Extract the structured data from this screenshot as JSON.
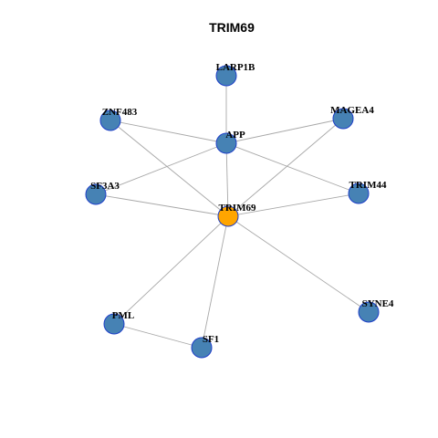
{
  "title": "TRIM69",
  "colors": {
    "focus_node": "#FFA500",
    "neighbor_node": "#4682B4",
    "node_border": "#1E3FC8",
    "edge": "#A8A8A8",
    "label": "#000000"
  },
  "nodes": [
    {
      "id": "LARP1B",
      "label": "LARP1B",
      "role": "neighbor"
    },
    {
      "id": "ZNF483",
      "label": "ZNF483",
      "role": "neighbor"
    },
    {
      "id": "MAGEA4",
      "label": "MAGEA4",
      "role": "neighbor"
    },
    {
      "id": "APP",
      "label": "APP",
      "role": "neighbor"
    },
    {
      "id": "SF3A3",
      "label": "SF3A3",
      "role": "neighbor"
    },
    {
      "id": "TRIM44",
      "label": "TRIM44",
      "role": "neighbor"
    },
    {
      "id": "TRIM69",
      "label": "TRIM69",
      "role": "focus"
    },
    {
      "id": "SYNE4",
      "label": "SYNE4",
      "role": "neighbor"
    },
    {
      "id": "PML",
      "label": "PML",
      "role": "neighbor"
    },
    {
      "id": "SF1",
      "label": "SF1",
      "role": "neighbor"
    }
  ],
  "edges": [
    [
      "LARP1B",
      "APP"
    ],
    [
      "ZNF483",
      "APP"
    ],
    [
      "ZNF483",
      "TRIM69"
    ],
    [
      "MAGEA4",
      "APP"
    ],
    [
      "MAGEA4",
      "TRIM69"
    ],
    [
      "APP",
      "SF3A3"
    ],
    [
      "APP",
      "TRIM44"
    ],
    [
      "APP",
      "TRIM69"
    ],
    [
      "SF3A3",
      "TRIM69"
    ],
    [
      "TRIM44",
      "TRIM69"
    ],
    [
      "TRIM69",
      "SYNE4"
    ],
    [
      "TRIM69",
      "PML"
    ],
    [
      "TRIM69",
      "SF1"
    ],
    [
      "PML",
      "SF1"
    ]
  ]
}
